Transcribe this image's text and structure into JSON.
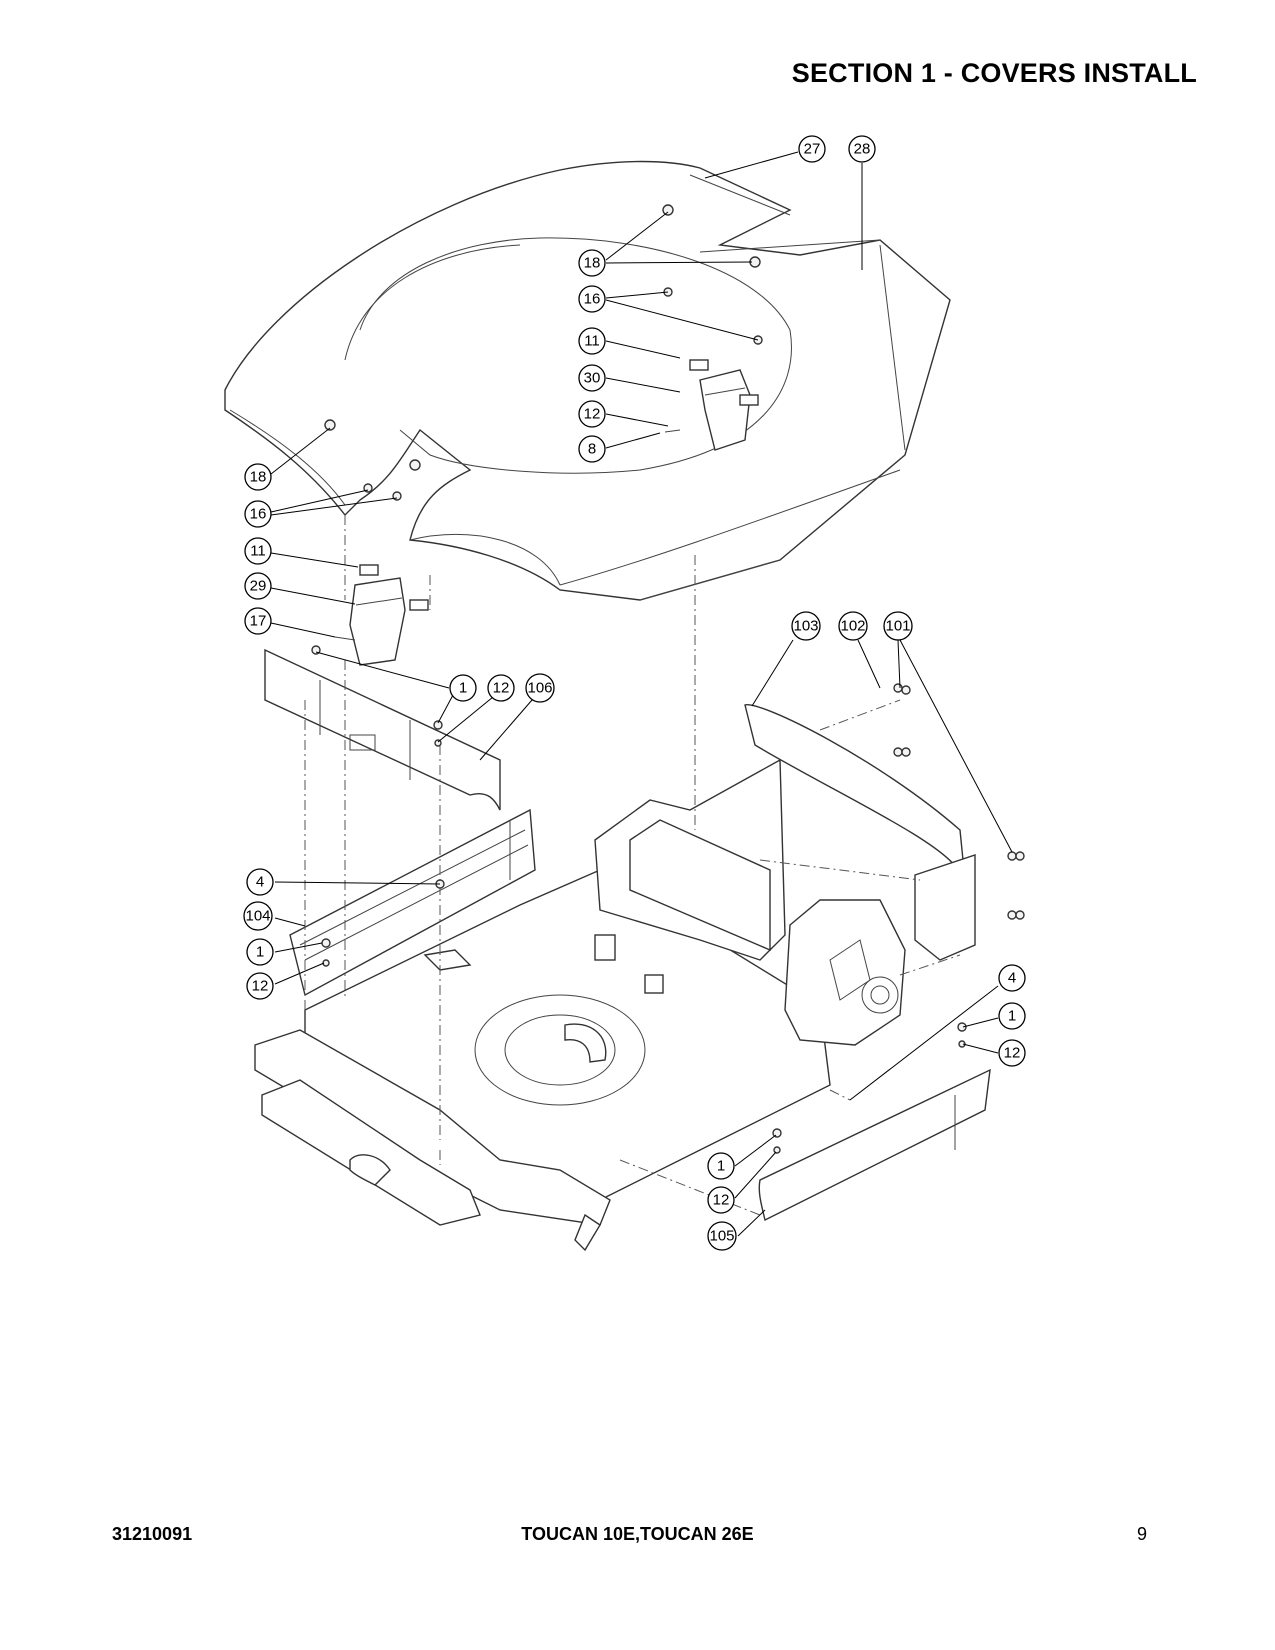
{
  "header": {
    "title": "SECTION 1 - COVERS INSTALL"
  },
  "footer": {
    "part_number": "31210091",
    "model": "TOUCAN 10E,TOUCAN 26E",
    "page_number": "9"
  },
  "callouts": [
    "27",
    "28",
    "18",
    "16",
    "11",
    "30",
    "12",
    "8",
    "18",
    "16",
    "11",
    "29",
    "17",
    "1",
    "12",
    "106",
    "103",
    "102",
    "101",
    "4",
    "104",
    "1",
    "12",
    "4",
    "1",
    "12",
    "1",
    "12",
    "105"
  ]
}
